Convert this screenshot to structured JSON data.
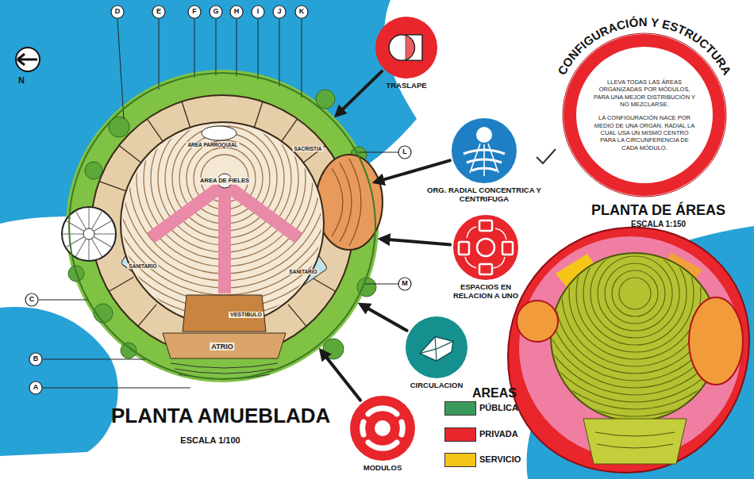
{
  "diagram": {
    "nodes": [
      {
        "text": [
          "AREA PARROQUIAL",
          "SACRISTIA",
          "AREA DE FIELES",
          "SANITARIO",
          "SANITARIO",
          "VESTIBULO",
          "ATRIO"
        ]
      },
      {
        "text": [
          "TRASLAPE"
        ]
      },
      {
        "text": [
          "ORG. RADIAL CONCENTRICA Y CENTRIFUGA"
        ]
      },
      {
        "text": [
          "ESPACIOS EN RELACION A UNO"
        ]
      },
      {
        "text": [
          "CIRCULACION"
        ]
      },
      {
        "text": [
          "MODULOS"
        ]
      },
      {
        "text": [
          "CONFIGURACIÓN Y ESTRUCTURA",
          "LLEVA TODAS LAS ÁREAS ORGANIZADAS POR MÓDULOS, PARA UNA MEJOR DISTRIBUCIÓN Y NO MEZCLARSE.",
          "LA CONFIGURACIÓN NACE POR MEDIO DE UNA ORGAN. RADIAL LA CUAL USA UN MISMO CENTRO PARA LA CIRCUNFERENCIA DE CADA MÓDULO."
        ]
      }
    ],
    "edges": [
      {
        "from": 1,
        "to": 0,
        "arrow": "to"
      },
      {
        "from": 2,
        "to": 0,
        "arrow": "to"
      },
      {
        "from": 3,
        "to": 0,
        "arrow": "to"
      },
      {
        "from": 4,
        "to": 0,
        "arrow": "to"
      },
      {
        "from": 5,
        "to": 0,
        "arrow": "to"
      }
    ],
    "labels": [
      "PLANTA AMUEBLADA",
      "ESCALA 1/100",
      "PLANTA DE ÁREAS",
      "ESCALA 1:150",
      "AREAS",
      "N",
      "D",
      "E",
      "F",
      "G",
      "H",
      "I",
      "J",
      "K",
      "L",
      "M",
      "C",
      "B",
      "A"
    ],
    "legend": [
      {
        "text": "PÚBLICA",
        "color": "#3a9a5b"
      },
      {
        "text": "PRIVADA",
        "color": "#e8262c"
      },
      {
        "text": "SERVICIO",
        "color": "#f2c418"
      }
    ]
  }
}
